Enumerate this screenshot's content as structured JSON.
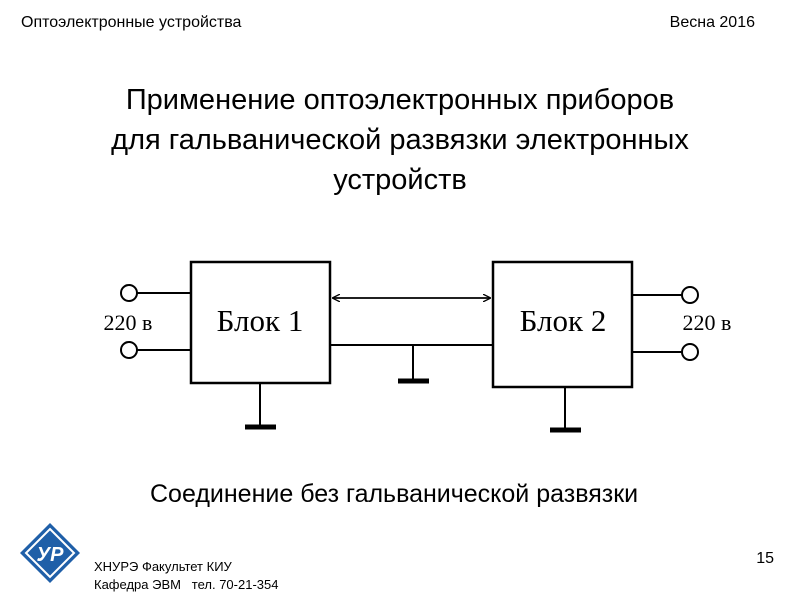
{
  "header": {
    "course": "Оптоэлектронные устройства",
    "term": "Весна 2016"
  },
  "title": {
    "line1": "Применение оптоэлектронных приборов",
    "line2": "для  гальванической развязки электронных",
    "line3": "устройств"
  },
  "diagram": {
    "block1_label": "Блок 1",
    "block2_label": "Блок 2",
    "left_voltage": "220 в",
    "right_voltage": "220 в"
  },
  "caption": "Соединение без гальванической развязки",
  "footer": {
    "line1": "ХНУРЭ Факультет КИУ",
    "line2": "Кафедра ЭВМ   тел. 70-21-354"
  },
  "logo": {
    "icon": "university-logo-icon",
    "color": "#1f5fa8",
    "text": "УР"
  },
  "page_number": "15"
}
